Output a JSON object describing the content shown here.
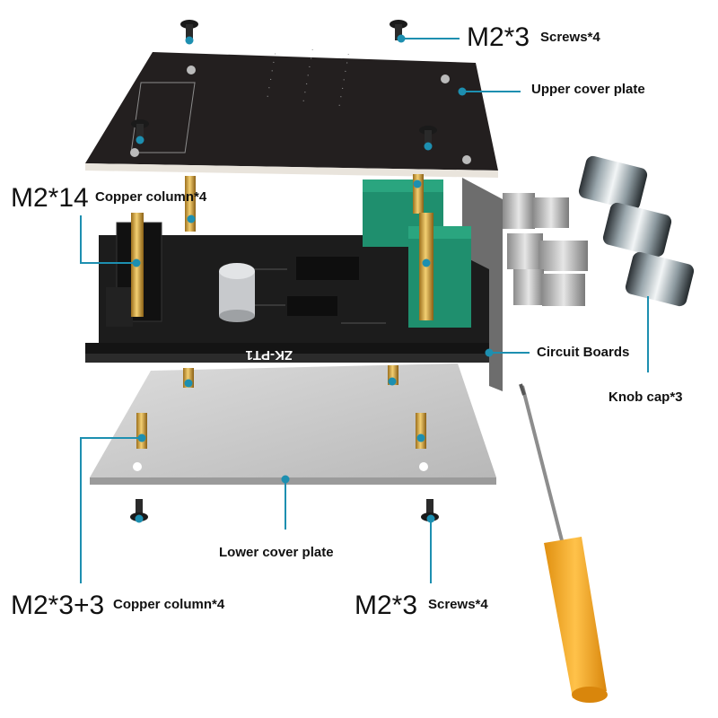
{
  "colors": {
    "callout": "#1d8fb0",
    "board": "#1c1c1c",
    "upper_plate": "#231f1f",
    "lower_plate": "#c9c9c9",
    "brass": "#d9a53a",
    "potentiometer": "#1f8f6e",
    "screwdriver_handle": "#f2a81f"
  },
  "callouts": {
    "top_screws": {
      "spec": "M2*3",
      "desc": "Screws*4"
    },
    "upper_cover": {
      "desc": "Upper cover plate"
    },
    "copper_column_top": {
      "spec": "M2*14",
      "desc": "Copper column*4"
    },
    "circuit_boards": {
      "desc": "Circuit Boards"
    },
    "knob_cap": {
      "desc": "Knob cap*3"
    },
    "lower_cover": {
      "desc": "Lower cover plate"
    },
    "copper_column_bottom": {
      "spec": "M2*3+3",
      "desc": "Copper column*4"
    },
    "bottom_screws": {
      "spec": "M2*3",
      "desc": "Screws*4"
    }
  },
  "board_silkscreen": "ZK-PT1",
  "icons": [
    "screw-icon",
    "copper-column-icon",
    "knob-cap-icon",
    "potentiometer-icon",
    "capacitor-icon",
    "screwdriver-icon"
  ]
}
